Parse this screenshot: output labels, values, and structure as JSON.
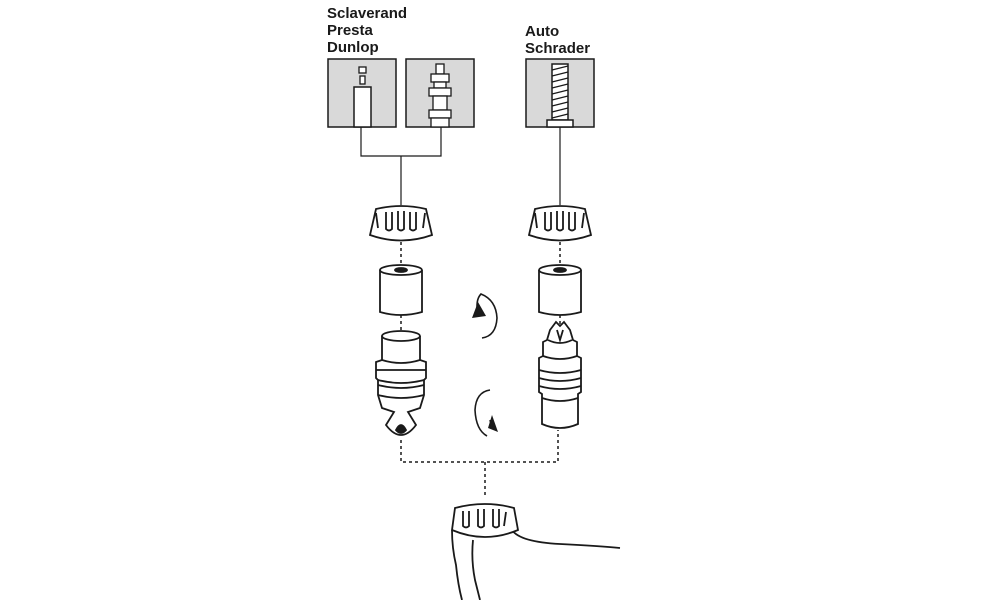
{
  "labels": {
    "left_group": [
      "Sclaverand",
      "Presta",
      "Dunlop"
    ],
    "right_group": [
      "Auto",
      "Schrader"
    ]
  },
  "colors": {
    "ink": "#1a1a1a",
    "box_fill": "#d9d9d9",
    "part_fill": "#ffffff"
  },
  "icons": {
    "rotate_upper": "rotate-ccw-arrow-icon",
    "rotate_lower": "rotate-cw-arrow-icon"
  }
}
